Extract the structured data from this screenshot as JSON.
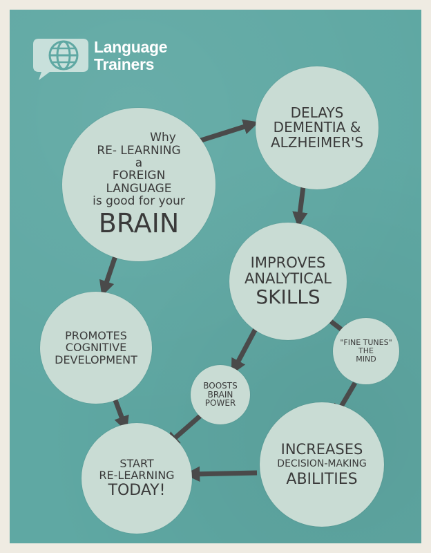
{
  "logo": {
    "line1": "Language",
    "line2": "Trainers",
    "icon": "globe-speech-bubble-icon"
  },
  "colors": {
    "background": "#5fa8a3",
    "circle": "#c9dcd4",
    "text": "#3a3a3a",
    "arrow": "#4a4a4a",
    "border": "#efebe2"
  },
  "nodes": {
    "brain": {
      "line1": "Why",
      "line2": "RE- LEARNING",
      "line3": "a",
      "line4": "FOREIGN",
      "line5": "LANGUAGE",
      "line6": "is good for your",
      "line7": "BRAIN"
    },
    "dementia": {
      "line1": "DELAYS",
      "line2": "DEMENTIA &",
      "line3": "ALZHEIMER'S"
    },
    "analytical": {
      "line1": "IMPROVES",
      "line2": "ANALYTICAL",
      "line3": "SKILLS"
    },
    "cognitive": {
      "line1": "PROMOTES",
      "line2": "COGNITIVE",
      "line3": "DEVELOPMENT"
    },
    "finetunes": {
      "line1": "\"FINE TUNES\"",
      "line2": "THE",
      "line3": "MIND"
    },
    "boosts": {
      "line1": "BOOSTS",
      "line2": "BRAIN",
      "line3": "POWER"
    },
    "decision": {
      "line1": "INCREASES",
      "line2": "DECISION-MAKING",
      "line3": "ABILITIES"
    },
    "start": {
      "line1": "START",
      "line2": "RE-LEARNING",
      "line3": "TODAY!"
    }
  },
  "flow": [
    [
      "brain",
      "dementia"
    ],
    [
      "dementia",
      "analytical"
    ],
    [
      "brain",
      "cognitive"
    ],
    [
      "analytical",
      "finetunes"
    ],
    [
      "analytical",
      "boosts"
    ],
    [
      "finetunes",
      "decision"
    ],
    [
      "cognitive",
      "start"
    ],
    [
      "boosts",
      "start"
    ],
    [
      "decision",
      "start"
    ]
  ]
}
